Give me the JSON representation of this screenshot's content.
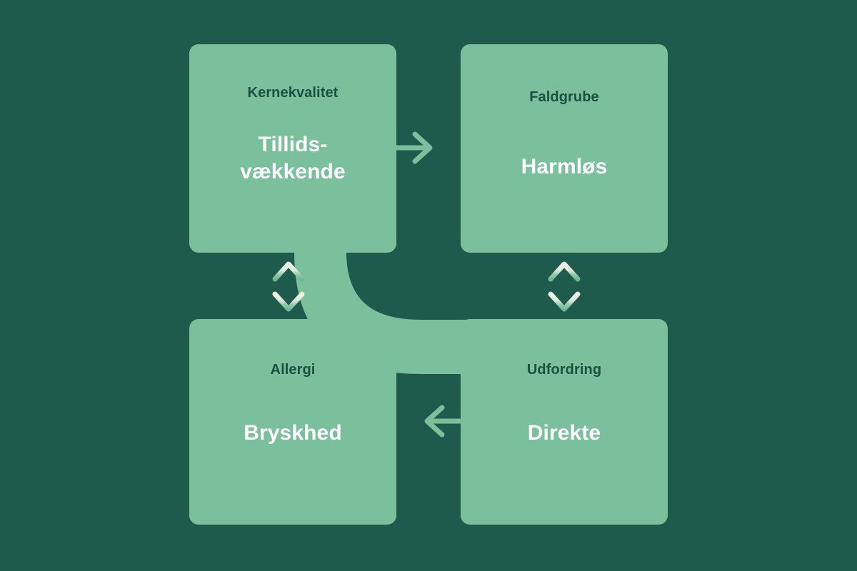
{
  "colors": {
    "background": "#1f5b4c",
    "card_fill": "#7ac09c",
    "label_text": "#1c4f43",
    "title_text": "#ffffff",
    "arrow_green": "#7ac09c",
    "arrow_cream": "#f4efe4",
    "band_fill": "#7ac09c"
  },
  "diagram": {
    "type": "2x2-quadrant-flow",
    "nodes": [
      {
        "id": "top-left",
        "label": "Kernekvalitet",
        "title": "Tillids-\nvækkende"
      },
      {
        "id": "top-right",
        "label": "Faldgrube",
        "title": "Harmløs"
      },
      {
        "id": "bottom-left",
        "label": "Allergi",
        "title": "Bryskhed"
      },
      {
        "id": "bottom-right",
        "label": "Udfordring",
        "title": "Direkte"
      }
    ],
    "connectors": [
      {
        "id": "top-arrow",
        "icon": "arrow-right-icon",
        "from": "top-left",
        "to": "top-right",
        "direction": "right"
      },
      {
        "id": "bottom-arrow",
        "icon": "arrow-left-icon",
        "from": "bottom-right",
        "to": "bottom-left",
        "direction": "left"
      },
      {
        "id": "left-arrow",
        "icon": "arrow-up-down-icon",
        "from": "top-left",
        "to": "bottom-left",
        "direction": "both"
      },
      {
        "id": "right-arrow",
        "icon": "arrow-up-down-icon",
        "from": "top-right",
        "to": "bottom-right",
        "direction": "both"
      },
      {
        "id": "diagonal-band",
        "icon": "s-curve-band",
        "from": "top-left",
        "to": "bottom-right",
        "direction": "both"
      }
    ]
  }
}
